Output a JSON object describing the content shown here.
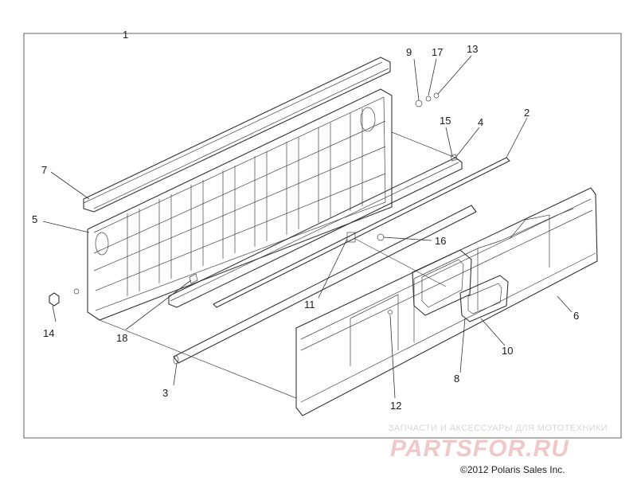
{
  "diagram": {
    "callouts": [
      {
        "id": "c1",
        "label": "1"
      },
      {
        "id": "c2",
        "label": "2"
      },
      {
        "id": "c3",
        "label": "3"
      },
      {
        "id": "c4",
        "label": "4"
      },
      {
        "id": "c5",
        "label": "5"
      },
      {
        "id": "c6",
        "label": "6"
      },
      {
        "id": "c7",
        "label": "7"
      },
      {
        "id": "c8",
        "label": "8"
      },
      {
        "id": "c9",
        "label": "9"
      },
      {
        "id": "c10",
        "label": "10"
      },
      {
        "id": "c11",
        "label": "11"
      },
      {
        "id": "c12",
        "label": "12"
      },
      {
        "id": "c13",
        "label": "13"
      },
      {
        "id": "c14",
        "label": "14"
      },
      {
        "id": "c15",
        "label": "15"
      },
      {
        "id": "c16",
        "label": "16"
      },
      {
        "id": "c17",
        "label": "17"
      },
      {
        "id": "c18",
        "label": "18"
      }
    ]
  },
  "watermark": {
    "tagline": "ЗАПЧАСТИ И АКСЕССУАРЫ ДЛЯ МОТОТЕХНИКИ",
    "logo": "PARTSFOR.RU",
    "color": "#e8a0a0"
  },
  "copyright": "©2012 Polaris Sales Inc."
}
